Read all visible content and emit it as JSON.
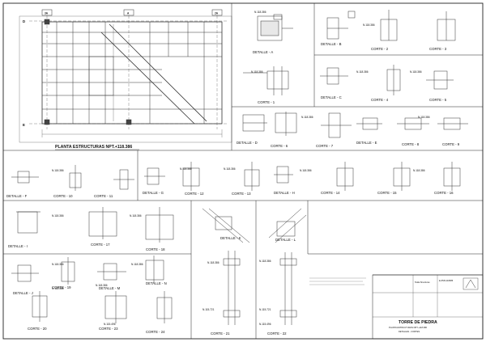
{
  "plan": {
    "grid_cols": [
      "3A",
      "A",
      "2A"
    ],
    "grid_rows": [
      "D",
      "E"
    ],
    "title": "PLANTA ESTRUCTURAS NPT.+118.386"
  },
  "level_main": "N.118.386",
  "level_a": "N.115.721",
  "level_b": "N.115.496",
  "details": [
    {
      "id": "det-a",
      "label": "DETALLE - A"
    },
    {
      "id": "det-b",
      "label": "DETALLE - B"
    },
    {
      "id": "det-c",
      "label": "DETALLE - C"
    },
    {
      "id": "det-d",
      "label": "DETALLE - D"
    },
    {
      "id": "det-e",
      "label": "DETALLE - E"
    },
    {
      "id": "det-f",
      "label": "DETALLE - F"
    },
    {
      "id": "det-g",
      "label": "DETALLE - G"
    },
    {
      "id": "det-h",
      "label": "DETALLE - H"
    },
    {
      "id": "det-i",
      "label": "DETALLE - I"
    },
    {
      "id": "det-j",
      "label": "DETALLE - J"
    },
    {
      "id": "det-k",
      "label": "DETALLE - K"
    },
    {
      "id": "det-l",
      "label": "DETALLE - L"
    },
    {
      "id": "det-m",
      "label": "DETALLE - M"
    },
    {
      "id": "det-n",
      "label": "DETALLE - N"
    }
  ],
  "cortes": [
    "CORTE - 1",
    "CORTE - 2",
    "CORTE - 3",
    "CORTE - 4",
    "CORTE - 5",
    "CORTE - 6",
    "CORTE - 7",
    "CORTE - 8",
    "CORTE - 9",
    "CORTE - 10",
    "CORTE - 11",
    "CORTE - 12",
    "CORTE - 13",
    "CORTE - 14",
    "CORTE - 15",
    "CORTE - 16",
    "CORTE - 17",
    "CORTE - 18",
    "CORTE - 19",
    "CORTE - 20",
    "CORTE - 21",
    "CORTE - 22",
    "CORTE - 23",
    "CORTE - 24"
  ],
  "scale": "ESC. 1:10",
  "title_block": {
    "project": "TORRE DE PIEDRA",
    "drawing": "PLANTA ESTRUCTURAS NPT.+118.386",
    "subtitle": "DETALLES - CORTES",
    "brand": "Tekla Structures",
    "sheet_no": "E-PM3-118386"
  }
}
